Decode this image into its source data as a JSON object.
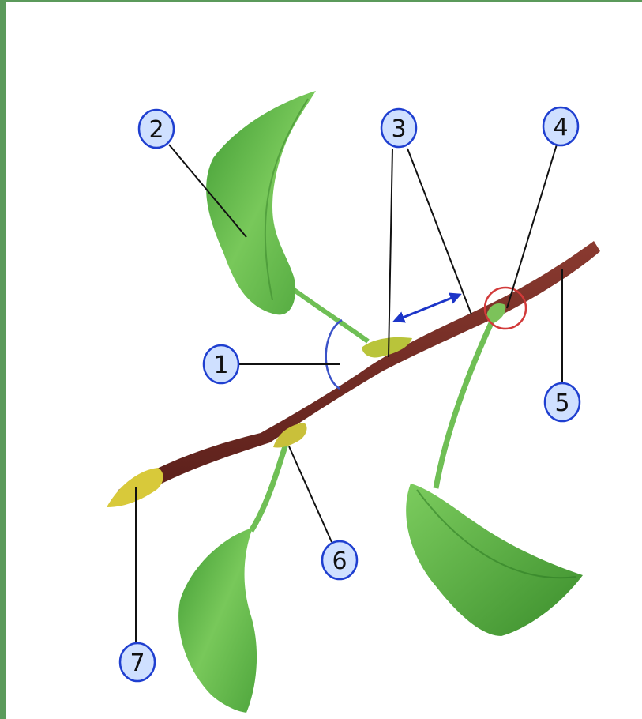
{
  "colors": {
    "border": "#5b9a5b",
    "stem": "#6e2a22",
    "leaf": "#6bbf4e",
    "leaf_dark": "#3f8f2f",
    "bud": "#d8c93a",
    "callout_circle_fill": "#cfe0ff",
    "callout_circle_stroke": "#1f3fd0",
    "axil_circle": "#3a52c8",
    "node_circle": "#d23a3a",
    "internode_arrow": "#1c35c8"
  },
  "labels": [
    {
      "id": "1",
      "text": "1"
    },
    {
      "id": "2",
      "text": "2"
    },
    {
      "id": "3",
      "text": "3"
    },
    {
      "id": "4",
      "text": "4"
    },
    {
      "id": "5",
      "text": "5"
    },
    {
      "id": "6",
      "text": "6"
    },
    {
      "id": "7",
      "text": "7"
    }
  ]
}
